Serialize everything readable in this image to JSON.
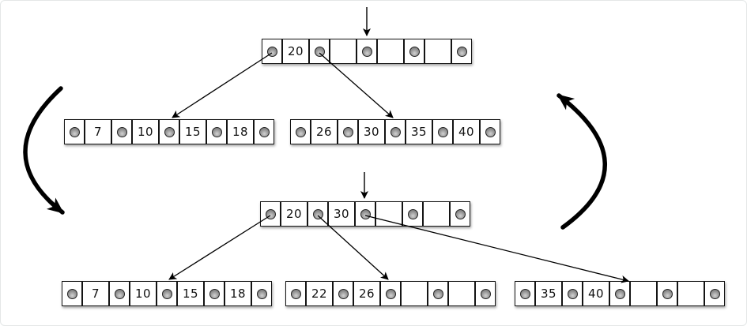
{
  "colors": {
    "line": "#000000",
    "cell_fill": "#ffffff",
    "cell_border": "#141414",
    "dot_fill": "#949494",
    "dot_border": "#222222"
  },
  "trees": {
    "before": {
      "root": {
        "keys": [
          "20",
          "",
          "",
          ""
        ]
      },
      "children": [
        {
          "keys": [
            "7",
            "10",
            "15",
            "18"
          ]
        },
        {
          "keys": [
            "26",
            "30",
            "35",
            "40"
          ]
        }
      ]
    },
    "after": {
      "root": {
        "keys": [
          "20",
          "30",
          "",
          ""
        ]
      },
      "children": [
        {
          "keys": [
            "7",
            "10",
            "15",
            "18"
          ]
        },
        {
          "keys": [
            "22",
            "26",
            "",
            ""
          ]
        },
        {
          "keys": [
            "35",
            "40",
            "",
            ""
          ]
        }
      ]
    }
  }
}
